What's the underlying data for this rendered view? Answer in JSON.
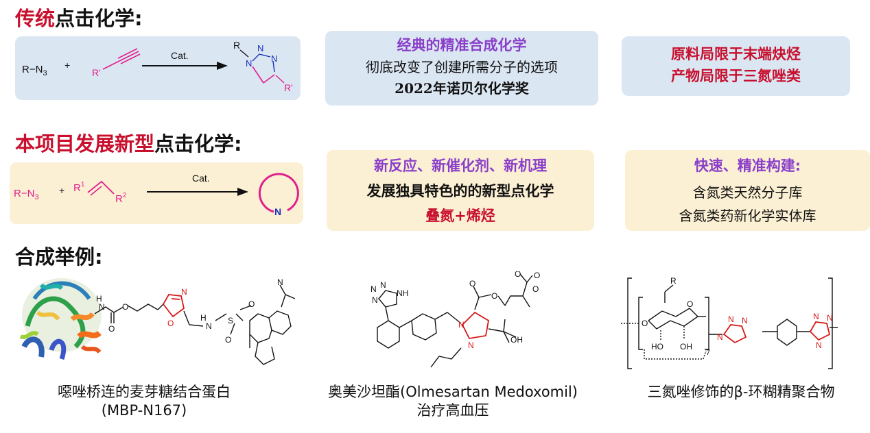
{
  "headings": {
    "traditional": {
      "red": "传统",
      "black": "点击化学:"
    },
    "project": {
      "red": "本项目发展新型",
      "black": "点击化学:"
    },
    "examples": "合成举例:"
  },
  "scheme1": {
    "reactant_a": "R−N",
    "reactant_a_sub": "3",
    "plus": "+",
    "alkyne_sub": "R'",
    "catalyst": "Cat.",
    "product_r": "R",
    "product_r2": "R'",
    "n1": "N",
    "n2": "N",
    "n3": "N"
  },
  "scheme2": {
    "reactant_a": "R−N",
    "reactant_a_sub": "3",
    "plus": "+",
    "r1": "R",
    "r1_sup": "1",
    "r2": "R",
    "r2_sup": "2",
    "catalyst": "Cat.",
    "ring_n": "N"
  },
  "box_classic": {
    "title": "经典的精准合成化学",
    "line1": "彻底改变了创建所需分子的选项",
    "line2": "2022年诺贝尔化学奖"
  },
  "box_limits": {
    "line1": "原料局限于末端炔烃",
    "line2": "产物局限于三氮唑类"
  },
  "box_new": {
    "title": "新反应、新催化剂、新机理",
    "line1": "发展独具特色的的新型点化学",
    "line2": "叠氮+烯烃"
  },
  "box_fast": {
    "title": "快速、精准构建:",
    "line1": "含氮类天然分子库",
    "line2": "含氮类药新化学实体库"
  },
  "ex1": {
    "caption1": "噁唑桥连的麦芽糖结合蛋白",
    "caption2": "(MBP-N167)",
    "labels": {
      "h": "H",
      "n": "N",
      "o1": "O",
      "o2": "O",
      "oxN": "N",
      "oxO": "O",
      "nh": "H",
      "nn": "N",
      "s": "S",
      "so1": "O",
      "so2": "O",
      "nme2": "N"
    }
  },
  "ex2": {
    "caption1": "奥美沙坦酯(Olmesartan Medoxomil)",
    "caption2": "治疗高血压",
    "labels": {
      "tetN1": "N",
      "tetN2": "N",
      "tetN3": "N",
      "tetNH": "NH",
      "imN1": "N",
      "imN2": "N",
      "o1": "O",
      "o2": "O",
      "o3": "O",
      "o4": "O",
      "o5": "O",
      "oh": "OH"
    }
  },
  "ex3": {
    "caption": "三氮唑修饰的β-环糊精聚合物",
    "labels": {
      "r": "R",
      "o1": "O",
      "o2": "O",
      "ho1": "HO",
      "oh": "OH",
      "sub7": "7",
      "n1": "N",
      "n2": "N",
      "n3": "N",
      "n4": "N",
      "n5": "N",
      "n6": "N"
    }
  },
  "colors": {
    "red": "#c8102e",
    "purple": "#8a3fc9",
    "magenta": "#e0208c",
    "blue_box": "#dbe6f3",
    "cream_box": "#fcf0d4",
    "n_blue": "#1a2fb8"
  }
}
